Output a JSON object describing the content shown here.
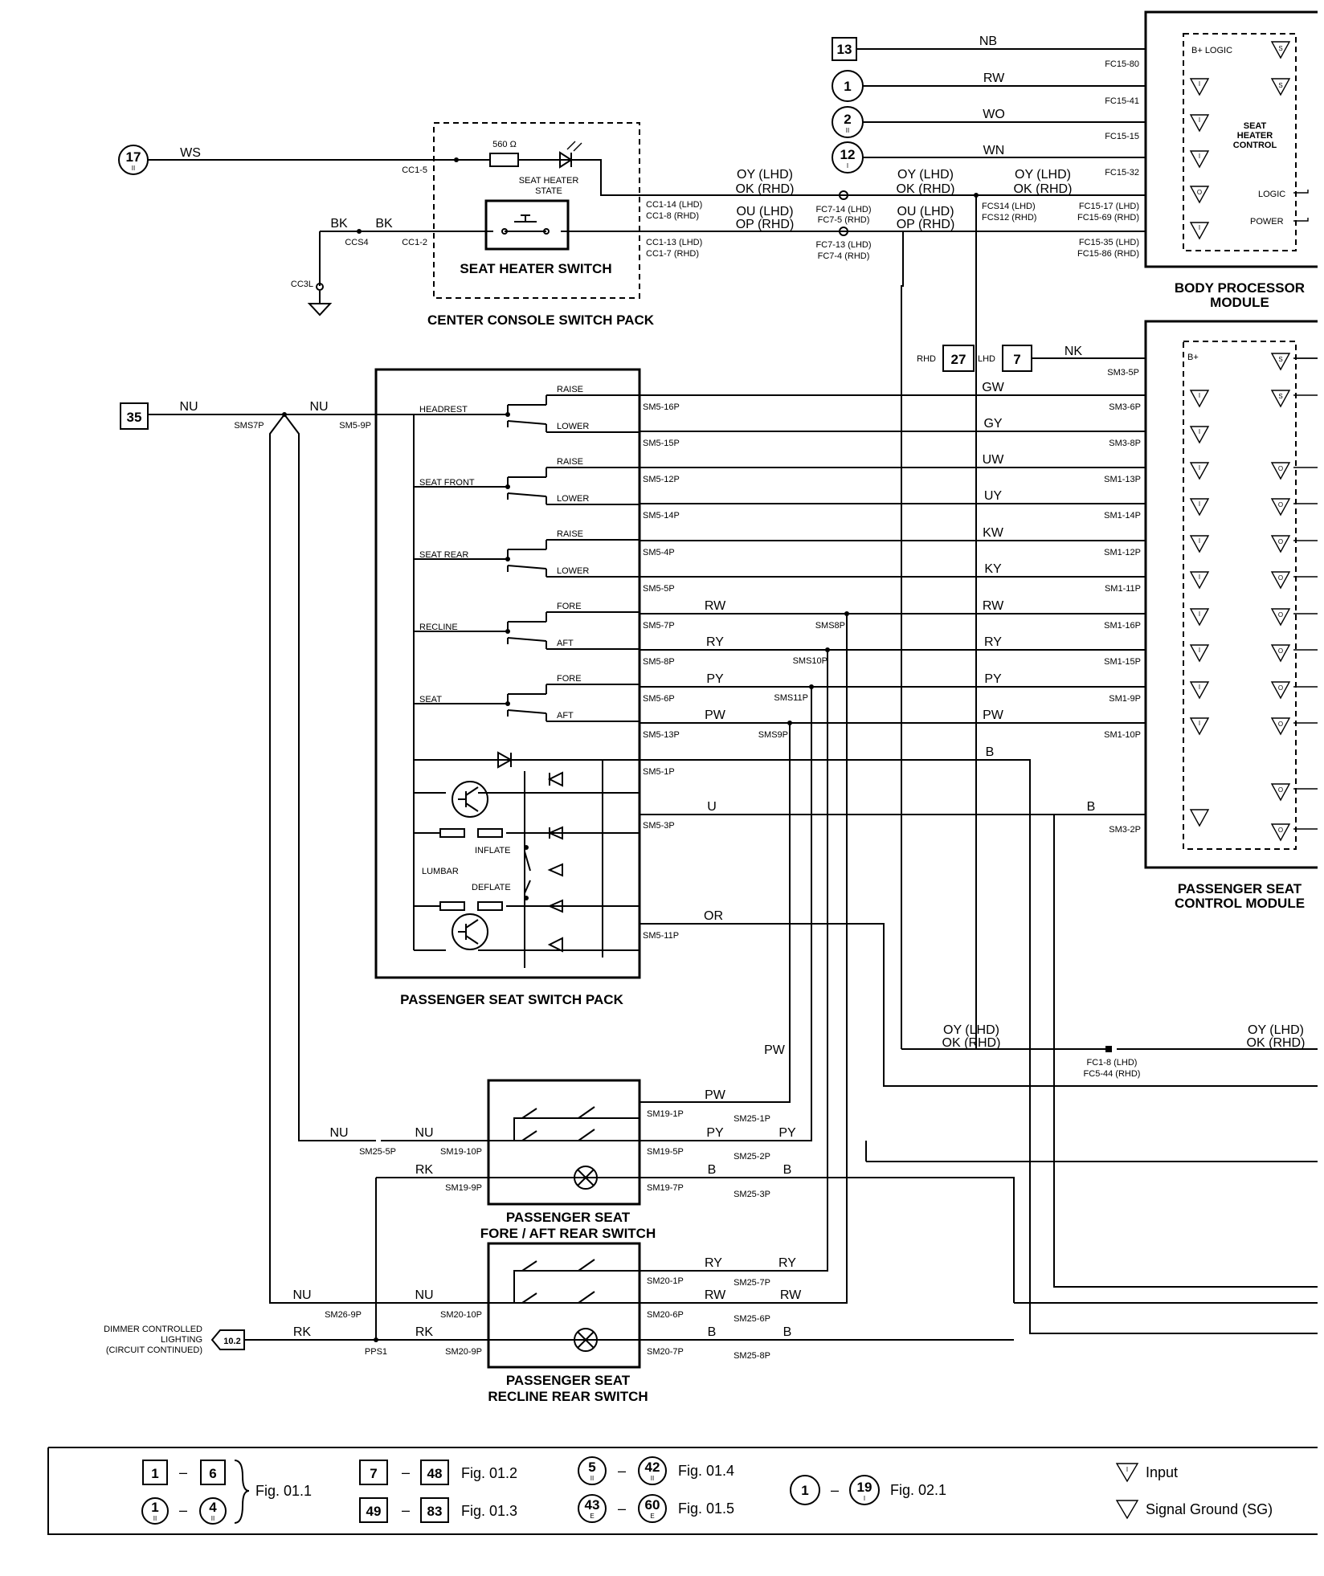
{
  "refs": {
    "r13": "13",
    "r1": "1",
    "r2": "2",
    "r2s": "II",
    "r12": "12",
    "r12s": "I",
    "r17": "17",
    "r17s": "II",
    "r35": "35",
    "r27": "27",
    "r7": "7",
    "rhd": "RHD",
    "lhd": "LHD",
    "r102": "10.2"
  },
  "wires": {
    "nb": "NB",
    "rw": "RW",
    "wo": "WO",
    "wn": "WN",
    "ws": "WS",
    "bk": "BK",
    "oy_lhd": "OY (LHD)",
    "ok_rhd": "OK (RHD)",
    "ou_lhd": "OU (LHD)",
    "op_rhd": "OP (RHD)",
    "nk": "NK",
    "gw": "GW",
    "gy": "GY",
    "uw": "UW",
    "uy": "UY",
    "kw": "KW",
    "ky": "KY",
    "ry": "RY",
    "py": "PY",
    "pw": "PW",
    "b": "B",
    "u": "U",
    "or": "OR",
    "nu": "NU",
    "rk": "RK"
  },
  "connectors": {
    "fc15_80": "FC15-80",
    "fc15_41": "FC15-41",
    "fc15_15": "FC15-15",
    "fc15_32": "FC15-32",
    "fc15_17": "FC15-17 (LHD)",
    "fc15_69": "FC15-69 (RHD)",
    "fc15_35": "FC15-35 (LHD)",
    "fc15_86": "FC15-86 (RHD)",
    "cc1_5": "CC1-5",
    "cc1_2": "CC1-2",
    "ccs4": "CCS4",
    "cc3l": "CC3L",
    "cc1_14": "CC1-14 (LHD)",
    "cc1_8": "CC1-8 (RHD)",
    "cc1_13": "CC1-13 (LHD)",
    "cc1_7": "CC1-7 (RHD)",
    "fc7_14": "FC7-14 (LHD)",
    "fc7_5": "FC7-5 (RHD)",
    "fc7_13": "FC7-13 (LHD)",
    "fc7_4": "FC7-4 (RHD)",
    "fcs14": "FCS14 (LHD)",
    "fcs12": "FCS12 (RHD)",
    "sm3_5p": "SM3-5P",
    "sm3_6p": "SM3-6P",
    "sm3_8p": "SM3-8P",
    "sm1_13p": "SM1-13P",
    "sm1_14p": "SM1-14P",
    "sm1_12p": "SM1-12P",
    "sm1_11p": "SM1-11P",
    "sm1_16p": "SM1-16P",
    "sm1_15p": "SM1-15P",
    "sm1_9p": "SM1-9P",
    "sm1_10p": "SM1-10P",
    "sm3_2p": "SM3-2P",
    "sms7p": "SMS7P",
    "sm5_9p": "SM5-9P",
    "sm5_16p": "SM5-16P",
    "sm5_15p": "SM5-15P",
    "sm5_12p": "SM5-12P",
    "sm5_14p": "SM5-14P",
    "sm5_4p": "SM5-4P",
    "sm5_5p": "SM5-5P",
    "sm5_7p": "SM5-7P",
    "sm5_8p": "SM5-8P",
    "sm5_6p": "SM5-6P",
    "sm5_13p": "SM5-13P",
    "sm5_1p": "SM5-1P",
    "sm5_3p": "SM5-3P",
    "sm5_11p": "SM5-11P",
    "sms8p": "SMS8P",
    "sms10p": "SMS10P",
    "sms11p": "SMS11P",
    "sms9p": "SMS9P",
    "fc1_8": "FC1-8 (LHD)",
    "fc5_44": "FC5-44 (RHD)",
    "sm19_1p": "SM19-1P",
    "sm19_5p": "SM19-5P",
    "sm19_7p": "SM19-7P",
    "sm19_10p": "SM19-10P",
    "sm19_9p": "SM19-9P",
    "sm25_1p": "SM25-1P",
    "sm25_2p": "SM25-2P",
    "sm25_3p": "SM25-3P",
    "sm25_5p": "SM25-5P",
    "sm20_1p": "SM20-1P",
    "sm20_6p": "SM20-6P",
    "sm20_7p": "SM20-7P",
    "sm20_10p": "SM20-10P",
    "sm20_9p": "SM20-9P",
    "sm25_7p": "SM25-7P",
    "sm25_6p": "SM25-6P",
    "sm25_8p": "SM25-8P",
    "sm26_9p": "SM26-9P",
    "pps1": "PPS1"
  },
  "components": {
    "bpm_title_1": "BODY PROCESSOR",
    "bpm_title_2": "MODULE",
    "bpm_b_logic": "B+ LOGIC",
    "bpm_shc_1": "SEAT",
    "bpm_shc_2": "HEATER",
    "bpm_shc_3": "CONTROL",
    "bpm_logic": "LOGIC",
    "bpm_power": "POWER",
    "ccsp_title": "CENTER CONSOLE SWITCH PACK",
    "resistor": "560 Ω",
    "shs_1": "SEAT HEATER",
    "shs_2": "STATE",
    "seat_heater_switch": "SEAT HEATER SWITCH",
    "pscm_title_1": "PASSENGER SEAT",
    "pscm_title_2": "CONTROL MODULE",
    "pscm_bplus": "B+",
    "pssp_title": "PASSENGER SEAT SWITCH PACK",
    "headrest": "HEADREST",
    "seat_front": "SEAT FRONT",
    "seat_rear": "SEAT REAR",
    "recline": "RECLINE",
    "seat": "SEAT",
    "raise": "RAISE",
    "lower": "LOWER",
    "fore": "FORE",
    "aft": "AFT",
    "inflate": "INFLATE",
    "lumbar": "LUMBAR",
    "deflate": "DEFLATE",
    "far_1": "PASSENGER SEAT",
    "far_2": "FORE / AFT REAR SWITCH",
    "rrs_1": "PASSENGER SEAT",
    "rrs_2": "RECLINE REAR SWITCH",
    "dim_1": "DIMMER CONTROLLED",
    "dim_2": "LIGHTING",
    "dim_3": "(CIRCUIT CONTINUED)"
  },
  "legend": {
    "n1": "1",
    "n6": "6",
    "c1": "1",
    "c1s": "II",
    "c4": "4",
    "c4s": "II",
    "fig011": "Fig. 01.1",
    "n7": "7",
    "n48": "48",
    "fig012": "Fig. 01.2",
    "n49": "49",
    "n83": "83",
    "fig013": "Fig. 01.3",
    "c5": "5",
    "c5s": "II",
    "c42": "42",
    "c42s": "II",
    "fig014": "Fig. 01.4",
    "c43": "43",
    "c43s": "E",
    "c60": "60",
    "c60s": "E",
    "fig015": "Fig. 01.5",
    "d1": "1",
    "d19": "19",
    "d19s": "I",
    "fig021": "Fig. 02.1",
    "dash": "–",
    "input": "Input",
    "sg": "Signal Ground (SG)",
    "sym_s": "S",
    "sym_i": "I",
    "sym_o": "O"
  }
}
